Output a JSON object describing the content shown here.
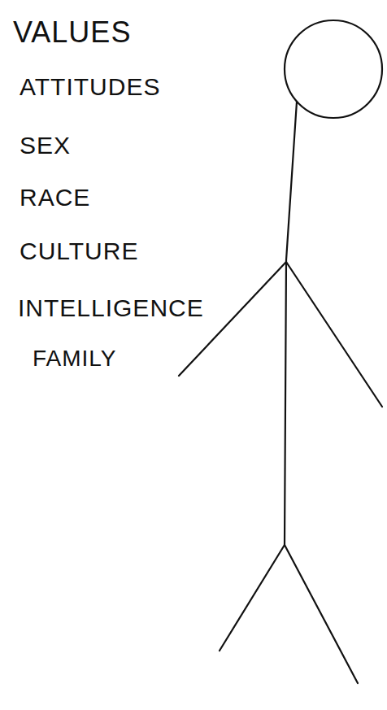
{
  "diagram": {
    "labels": [
      "VALUES",
      "ATTITUDES",
      "SEX",
      "RACE",
      "CULTURE",
      "INTELLIGENCE",
      "FAMILY"
    ]
  }
}
